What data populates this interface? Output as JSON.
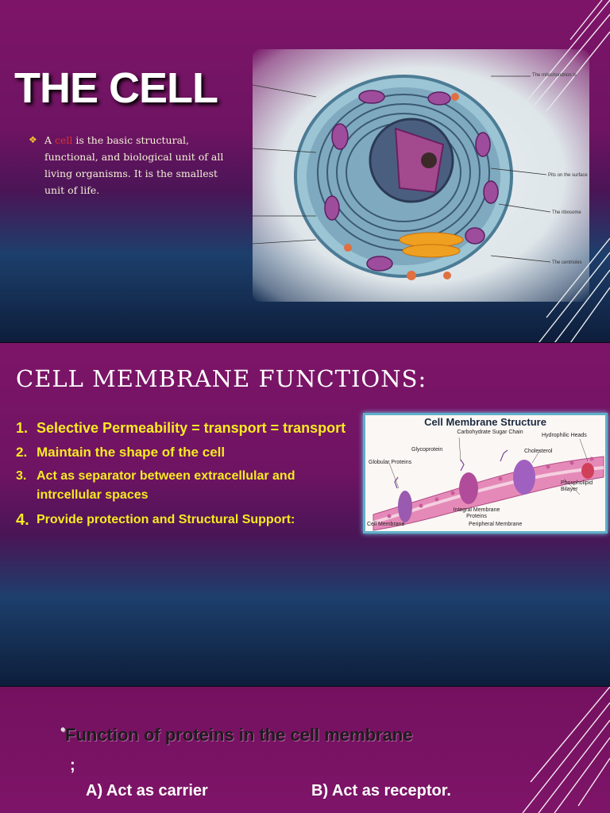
{
  "slide1": {
    "title": "THE CELL",
    "bullet": {
      "pre": "A ",
      "highlight": "cell",
      "post": " is the basic structural, functional, and biological unit of all living organisms. It is the smallest unit of life."
    },
    "image_labels": [
      "The mitochondrion is",
      "Pits on the surface",
      "The ribosome",
      "The centrioles"
    ]
  },
  "slide2": {
    "title": "CELL MEMBRANE FUNCTIONS:",
    "functions": [
      {
        "num": "1.",
        "text": "Selective Permeability = transport = transport"
      },
      {
        "num": "2.",
        "text": "Maintain the shape of the cell"
      },
      {
        "num": "3.",
        "text": "Act as separator between extracellular and intrcellular spaces"
      },
      {
        "num": "4.",
        "text": "Provide protection and Structural Support:"
      }
    ],
    "diagram": {
      "title": "Cell Membrane Structure",
      "labels": {
        "carb": "Carbohydrate Sugar Chain",
        "glyco": "Glycoprotein",
        "hydro": "Hydrophilic Heads",
        "glob": "Globular Proteins",
        "chol": "Cholesterol",
        "phos": "Phospholipid Bilayer",
        "integ": "Integral Membrane Proteins",
        "cellmem": "Cell Membrane",
        "peri": "Peripheral Membrane"
      }
    }
  },
  "slide3": {
    "heading": "Function of proteins in the cell membrane",
    "bullet_dot": "•",
    "semicolon": ";",
    "option_a": "A) Act as carrier",
    "option_b": "B) Act as receptor."
  },
  "colors": {
    "magenta": "#7e1468",
    "yellow_text": "#f7ea22",
    "highlight_red": "#e0302e"
  }
}
